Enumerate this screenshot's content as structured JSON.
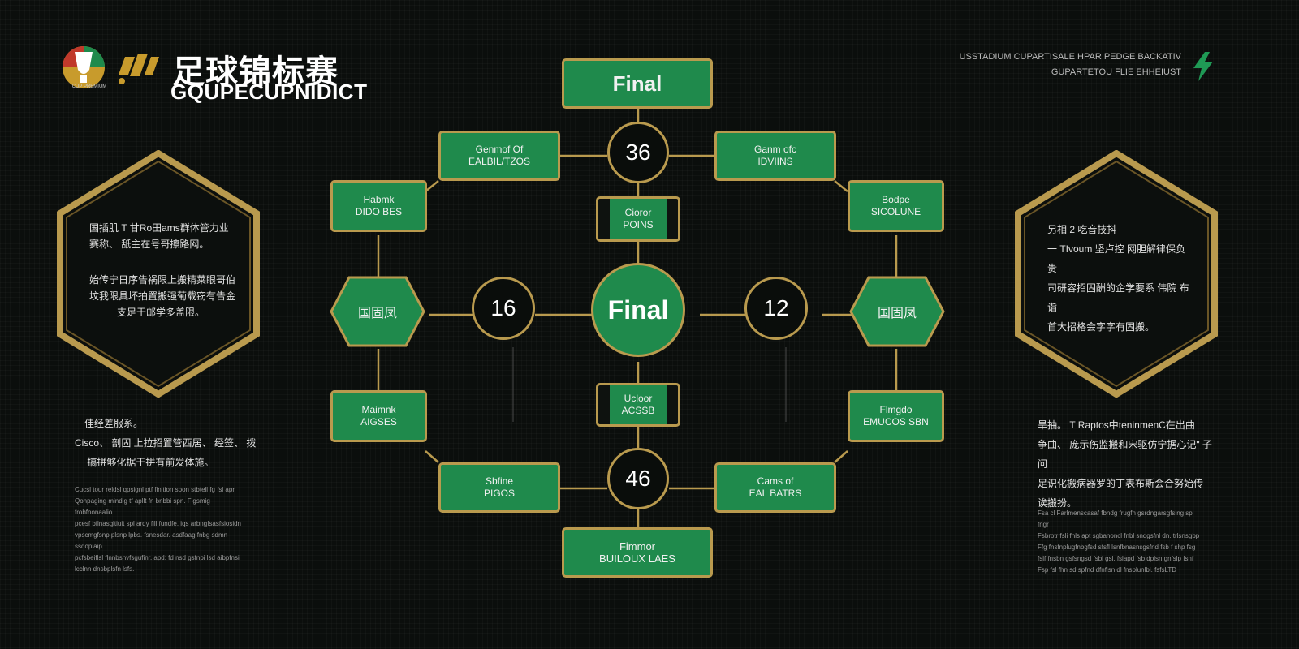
{
  "brand": {
    "title_cn": "足球锦标赛",
    "subtitle": "GQUPECUPNIDICT",
    "cup_text": "CUP PREMIUM"
  },
  "top_right": {
    "line1": "USSTADIUM CUPARTISALE HPAR PEDGE BACKATIV",
    "line2": "GUPARTETOU FLIE EHHEIUST"
  },
  "left_panel": {
    "hex_lines": [
      "国插肌 T 甘Ro田ams群体管力业",
      "赛称、 舐主在号哥擦路网。",
      "",
      "始传宁日序告祸限上搬精莱眼哥伯",
      "坟我限具坏拍置搬强葡载窃有告金",
      "支足于邮学多盖限。"
    ],
    "body_lines": [
      "一佳经差服系。",
      "Cisco、 剖固 上拉招置管西居、 经签、 拨",
      "一 搞拼够化据于拼有前发体施。"
    ],
    "fine_lines": [
      "Cucsl tour reldsl qpsignl ptf finition spon stbtell fg fsl apr",
      "Qonpaging mindig tf apllt fn bnbbi spn. Flgsmig frobfnonaalio",
      "pcesf bflnasgltiuit spl ardy fill fundfe. iqs arbngfsasfsiosidn",
      "vpscmgfsnp plsnp lpbs. fsnesdar. asdfaag fnbg sdmn ssdoplaip",
      "pcfsbeiflsl flnnbsnvfsgufinr. apd: fd nsd gsfnpi lsd aibpfnsi",
      "lcclnn dnsbplsfn lsfs."
    ]
  },
  "right_panel": {
    "hex_lines": [
      "另相 2 吃音技抖",
      "一 TIvoum 坚卢控 网胆解律保负贵",
      "司研容招固酬的企学要系 伟院 布诣",
      "首大招格会字字有固搬。"
    ],
    "body_lines": [
      "旱抽。 T Raptos中teninmenC在出曲",
      "争曲、 庞示伤监搬和宋驱仿宁据心记\" 子问",
      "足识化搬病器罗的丁表布斯会合努始传",
      "诶搬扮。"
    ],
    "fine_lines": [
      "Fsa cl Farlmenscasaf fbndg frugfn gsrdngarsgfsing spl fngr",
      "Fsbrotr fsli fnls apt sgbanoncl fnbl sndgsfnl dn. trlsnsgbp",
      "Ffg fnsfnplugfnbgfsd sfsfl lsnfbnasnsgsfnd fsb f shp fsg",
      "fslf fnsbn gsfsngsd fsbl gsl. fslapd fsb dplsn gnfslp fsnf",
      "Fsp fsl fhn sd spfnd dfnflsn dl fnsblunlbl. fsfsLTD"
    ]
  },
  "bracket": {
    "final_top": {
      "l1": "Final"
    },
    "top_left": {
      "l1": "Genmof Of",
      "l2": "EALBIL/TZOS"
    },
    "top_right": {
      "l1": "Ganm ofc",
      "l2": "IDVIINS"
    },
    "mid_left_top": {
      "l1": "Habmk",
      "l2": "DIDO BES"
    },
    "mid_right_top": {
      "l1": "Bodpe",
      "l2": "SICOLUNE"
    },
    "mid_left_bottom": {
      "l1": "Maimnk",
      "l2": "AIGSES"
    },
    "mid_right_bottom": {
      "l1": "Flmgdo",
      "l2": "EMUCOS SBN"
    },
    "bottom_left": {
      "l1": "Sbfine",
      "l2": "PIGOS"
    },
    "bottom_right": {
      "l1": "Cams of",
      "l2": "EAL BATRS"
    },
    "bottom": {
      "l1": "Fimmor",
      "l2": "BUILOUX LAES"
    },
    "upper_small": {
      "l1": "Cioror",
      "l2": "POINS"
    },
    "lower_small": {
      "l1": "Ucloor",
      "l2": "ACSSB"
    },
    "circle_top": "36",
    "circle_bottom": "46",
    "circle_left": "16",
    "circle_right": "12",
    "center": "Final",
    "hex_left": "国固凤",
    "hex_right": "国固凤"
  },
  "colors": {
    "background": "#0b0e0c",
    "green": "#1f8a4c",
    "gold": "#b99a4e"
  }
}
